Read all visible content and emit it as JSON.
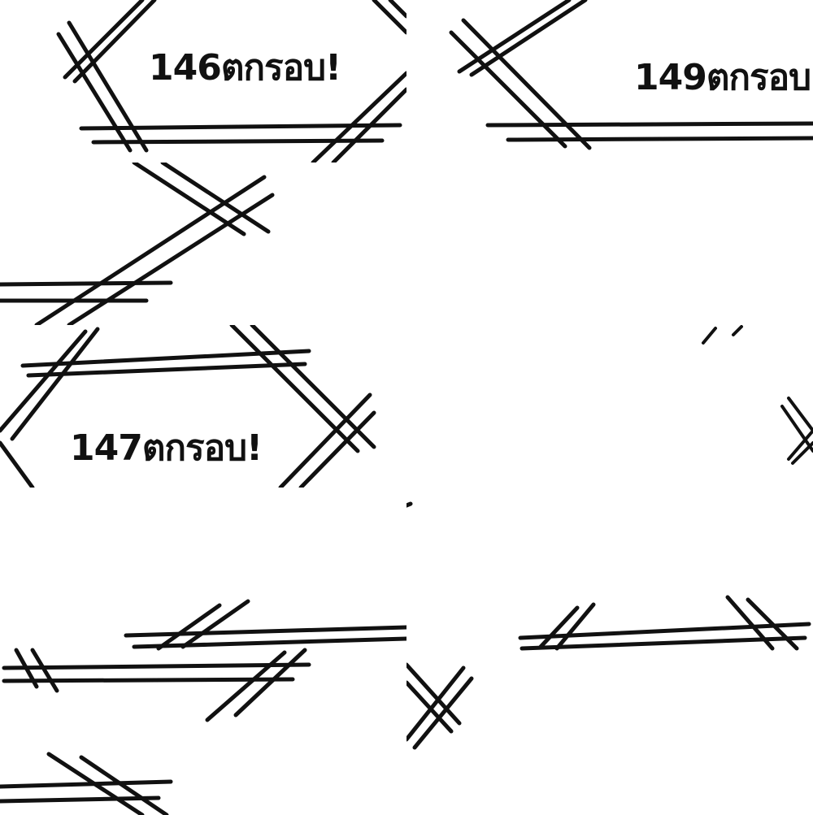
{
  "panels": [
    {
      "caption": "146ตกรอบ!"
    },
    {
      "caption": "149ตกรอบ"
    },
    {
      "caption": "!!"
    },
    {
      "caption": ""
    },
    {
      "caption": "147ตกรอบ!"
    },
    {
      "caption": ""
    },
    {
      "caption": ""
    },
    {
      "caption": ""
    }
  ],
  "colors": {
    "background": "#ffffff",
    "ink": "#111111"
  }
}
